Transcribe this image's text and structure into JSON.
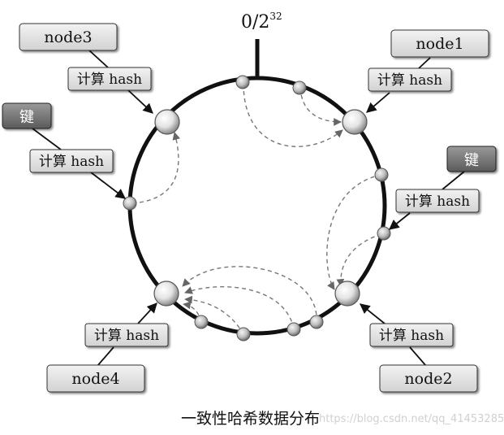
{
  "top_label": {
    "base": "0/2",
    "exponent": "32"
  },
  "nodes": {
    "node1": "node1",
    "node2": "node2",
    "node3": "node3",
    "node4": "node4"
  },
  "keys": {
    "key_left": "键",
    "key_right": "键"
  },
  "hash_labels": {
    "node3_hash": "计算 hash",
    "node1_hash": "计算 hash",
    "key_left_hash": "计算 hash",
    "key_right_hash": "计算 hash",
    "node4_hash": "计算 hash",
    "node2_hash": "计算 hash"
  },
  "caption": "一致性哈希数据分布",
  "watermark": "https://blog.csdn.net/qq_41453285"
}
